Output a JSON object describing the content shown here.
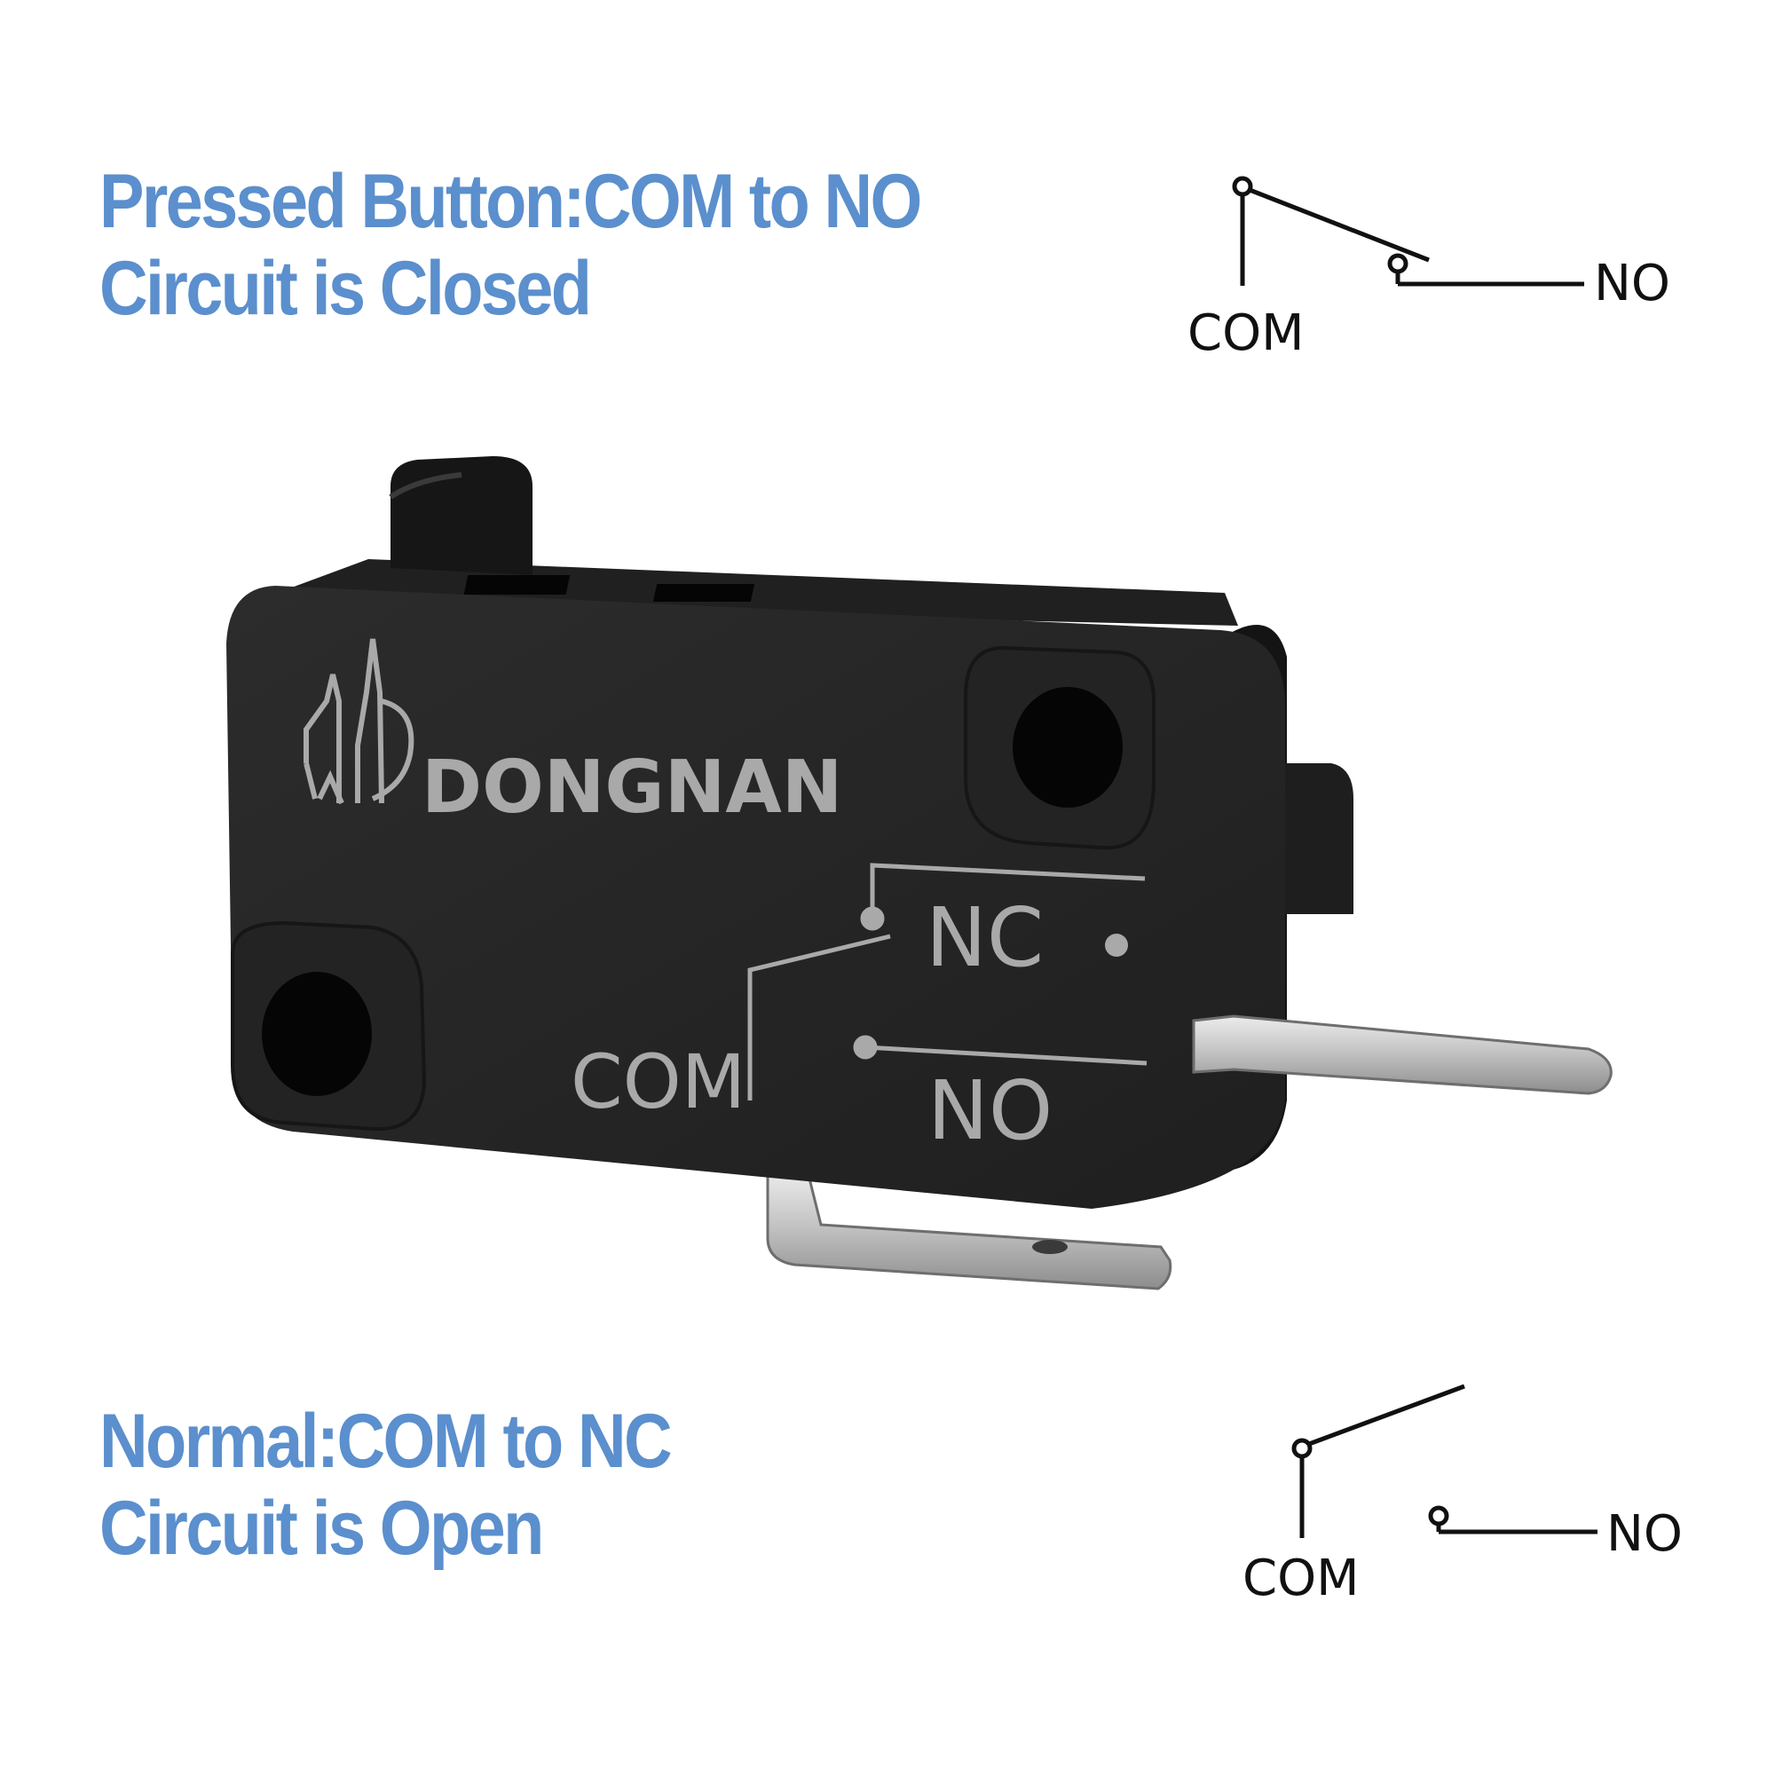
{
  "colors": {
    "caption": "#5b8fcd",
    "switch_body": "#262626",
    "switch_body_dark": "#161616",
    "imprint": "#a9a9a9",
    "terminal": "#c9c9c9",
    "schematic": "#111111"
  },
  "pressed": {
    "line1": "Pressed Button:COM to NO",
    "line2": "Circuit is Closed",
    "schematic": {
      "com_label": "COM",
      "no_label": "NO",
      "state": "closed"
    }
  },
  "normal": {
    "line1": "Normal:COM to NC",
    "line2": "Circuit is Open",
    "schematic": {
      "com_label": "COM",
      "no_label": "NO",
      "state": "open"
    }
  },
  "switch": {
    "brand": "DONGNAN",
    "logo": "dongnan-logo",
    "labels": {
      "nc": "NC",
      "com": "COM",
      "no": "NO"
    }
  }
}
